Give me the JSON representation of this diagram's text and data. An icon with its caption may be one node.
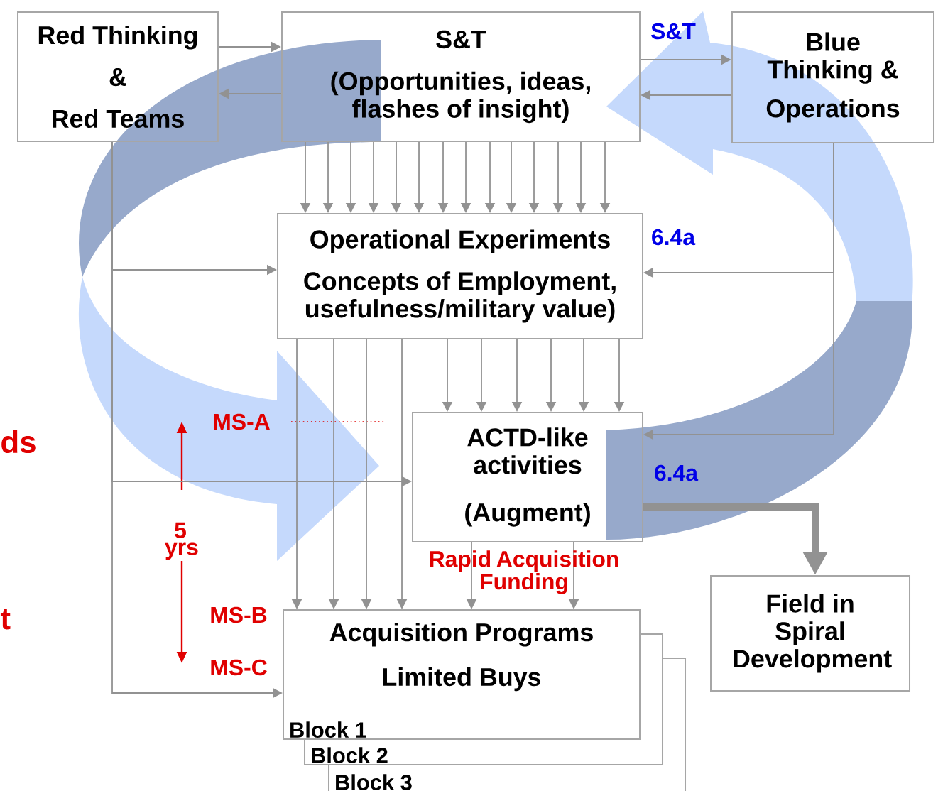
{
  "diagram": {
    "nodes": [
      {
        "text": [
          "Red Thinking",
          "&",
          "Red Teams"
        ]
      },
      {
        "text": [
          "S&T",
          "(Opportunities, ideas, flashes of insight)"
        ]
      },
      {
        "text": [
          "Blue Thinking &",
          "Operations"
        ]
      },
      {
        "text": [
          "Operational Experiments",
          "Concepts of Employment, usefulness/military value)"
        ],
        "beside": [
          "6.4a"
        ]
      },
      {
        "text": [
          "ACTD-like activities",
          "(Augment)"
        ],
        "beside": [
          "6.4a"
        ]
      },
      {
        "text": [
          "Acquisition Programs",
          "Limited Buys",
          "Block 1"
        ]
      },
      {
        "text": [
          "Block 2"
        ]
      },
      {
        "text": [
          "Block 3"
        ]
      },
      {
        "text": [
          "Field in Spiral Development"
        ]
      }
    ],
    "edges": [
      {
        "from": 0,
        "to": 1,
        "arrow": "to"
      },
      {
        "from": 1,
        "to": 0,
        "arrow": "to"
      },
      {
        "from": 1,
        "to": 2,
        "arrow": "to"
      },
      {
        "from": 2,
        "to": 1,
        "arrow": "to"
      },
      {
        "from": 1,
        "to": 3,
        "arrow": "to"
      },
      {
        "from": 1,
        "to": 3,
        "arrow": "to"
      },
      {
        "from": 1,
        "to": 3,
        "arrow": "to"
      },
      {
        "from": 1,
        "to": 3,
        "arrow": "to"
      },
      {
        "from": 1,
        "to": 3,
        "arrow": "to"
      },
      {
        "from": 1,
        "to": 3,
        "arrow": "to"
      },
      {
        "from": 1,
        "to": 3,
        "arrow": "to"
      },
      {
        "from": 1,
        "to": 3,
        "arrow": "to"
      },
      {
        "from": 1,
        "to": 3,
        "arrow": "to"
      },
      {
        "from": 1,
        "to": 3,
        "arrow": "to"
      },
      {
        "from": 1,
        "to": 3,
        "arrow": "to"
      },
      {
        "from": 1,
        "to": 3,
        "arrow": "to"
      },
      {
        "from": 1,
        "to": 3,
        "arrow": "to"
      },
      {
        "from": 1,
        "to": 3,
        "arrow": "to"
      },
      {
        "from": 0,
        "to": 3,
        "arrow": "to"
      },
      {
        "from": 0,
        "to": 4,
        "arrow": "to"
      },
      {
        "from": 0,
        "to": 5,
        "arrow": "to"
      },
      {
        "from": 2,
        "to": 3,
        "arrow": "to"
      },
      {
        "from": 2,
        "to": 4,
        "arrow": "to"
      },
      {
        "from": 3,
        "to": 4,
        "arrow": "to"
      },
      {
        "from": 3,
        "to": 4,
        "arrow": "to"
      },
      {
        "from": 3,
        "to": 4,
        "arrow": "to"
      },
      {
        "from": 3,
        "to": 4,
        "arrow": "to"
      },
      {
        "from": 3,
        "to": 4,
        "arrow": "to"
      },
      {
        "from": 3,
        "to": 4,
        "arrow": "to"
      },
      {
        "from": 3,
        "to": 5,
        "arrow": "to"
      },
      {
        "from": 3,
        "to": 5,
        "arrow": "to"
      },
      {
        "from": 3,
        "to": 5,
        "arrow": "to"
      },
      {
        "from": 3,
        "to": 5,
        "arrow": "to"
      },
      {
        "from": 4,
        "to": 5,
        "arrow": "to"
      },
      {
        "from": 4,
        "to": 5,
        "arrow": "to"
      },
      {
        "from": 4,
        "to": 8,
        "arrow": "to",
        "style": "thick"
      }
    ],
    "labels": [
      "S&T",
      "ds",
      "MS-A",
      "5 yrs",
      "Rapid Acquisition Funding",
      "t",
      "MS-B",
      "MS-C"
    ]
  }
}
